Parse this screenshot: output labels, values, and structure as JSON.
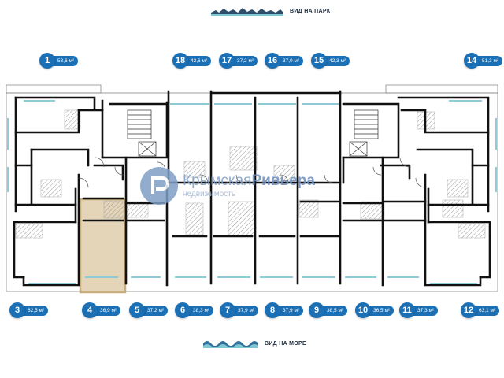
{
  "header_view": "ВИД НА ПАРК",
  "footer_view": "ВИД НА МОРЕ",
  "watermark": {
    "brand_part1": "Крымская",
    "brand_part2": "Ривьера",
    "subtitle": "недвижимость"
  },
  "colors": {
    "accent": "#1a6fb5",
    "highlight_fill": "#e4d5b9",
    "highlight_stroke": "#c9ad7c",
    "window": "#8ecbd6",
    "wall": "#111111"
  },
  "highlighted_unit": "4",
  "units_top": [
    {
      "number": "1",
      "area": "53,6 м²"
    },
    {
      "number": "18",
      "area": "42,6 м²"
    },
    {
      "number": "17",
      "area": "37,2 м²"
    },
    {
      "number": "16",
      "area": "37,0 м²"
    },
    {
      "number": "15",
      "area": "42,3 м²"
    },
    {
      "number": "14",
      "area": "51,3 м²"
    }
  ],
  "units_bottom": [
    {
      "number": "3",
      "area": "62,5 м²"
    },
    {
      "number": "4",
      "area": "36,9 м²"
    },
    {
      "number": "5",
      "area": "37,2 м²"
    },
    {
      "number": "6",
      "area": "38,3 м²"
    },
    {
      "number": "7",
      "area": "37,9 м²"
    },
    {
      "number": "8",
      "area": "37,9 м²"
    },
    {
      "number": "9",
      "area": "38,5 м²"
    },
    {
      "number": "10",
      "area": "36,5 м²"
    },
    {
      "number": "11",
      "area": "37,3 м²"
    },
    {
      "number": "12",
      "area": "63,1 м²"
    }
  ]
}
